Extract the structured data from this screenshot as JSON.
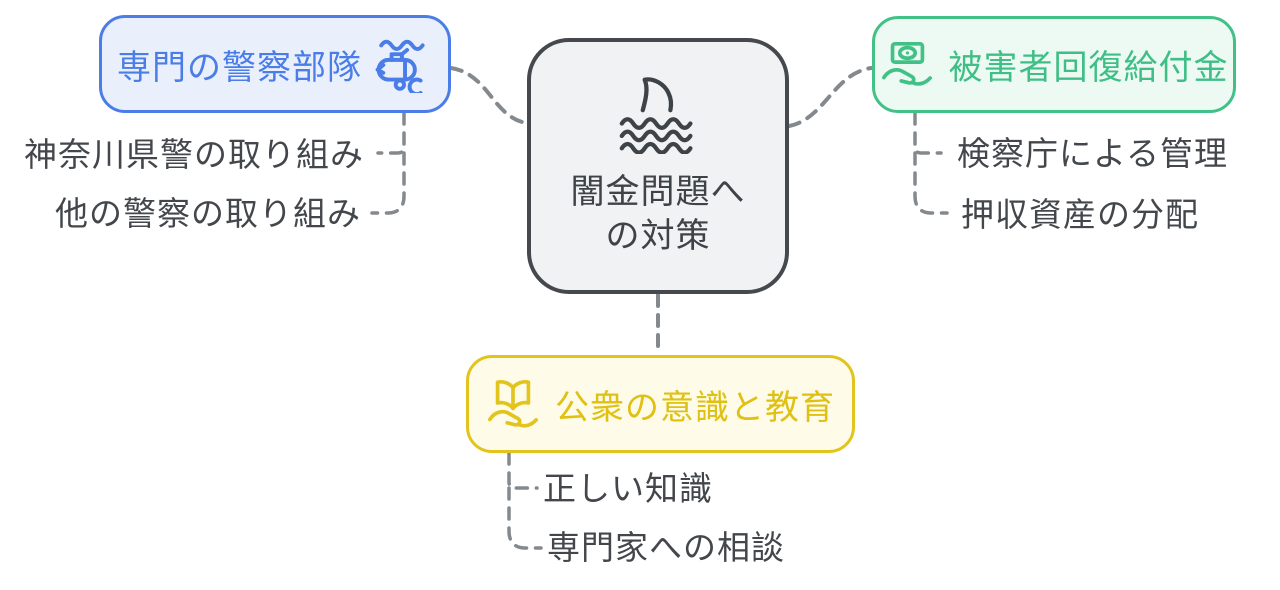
{
  "diagram": {
    "type": "mindmap",
    "background_color": "#ffffff"
  },
  "center": {
    "icon": "shark-fin-waves-icon",
    "label_line1": "闇金問題へ",
    "label_line2": "の対策",
    "border_color": "#45494E",
    "fill_color": "#F1F2F3",
    "text_color": "#3E4348"
  },
  "branches": {
    "police": {
      "label": "専門の警察部隊",
      "icon": "police-submarine-icon",
      "accent_color": "#4A7DE8",
      "fill_color": "#E9F0FC",
      "children": [
        "神奈川県警の取り組み",
        "他の警察の取り組み"
      ]
    },
    "compensation": {
      "label": "被害者回復給付金",
      "icon": "money-in-hand-icon",
      "accent_color": "#42C187",
      "fill_color": "#ECFAF3",
      "children": [
        "検察庁による管理",
        "押収資産の分配"
      ]
    },
    "education": {
      "label": "公衆の意識と教育",
      "icon": "book-in-hand-icon",
      "accent_color": "#E2C41C",
      "fill_color": "#FEFBE8",
      "children": [
        "正しい知識",
        "専門家への相談"
      ]
    }
  },
  "connectors": {
    "color": "#84898E",
    "style": "dashed"
  },
  "sub_label_color": "#43474C"
}
